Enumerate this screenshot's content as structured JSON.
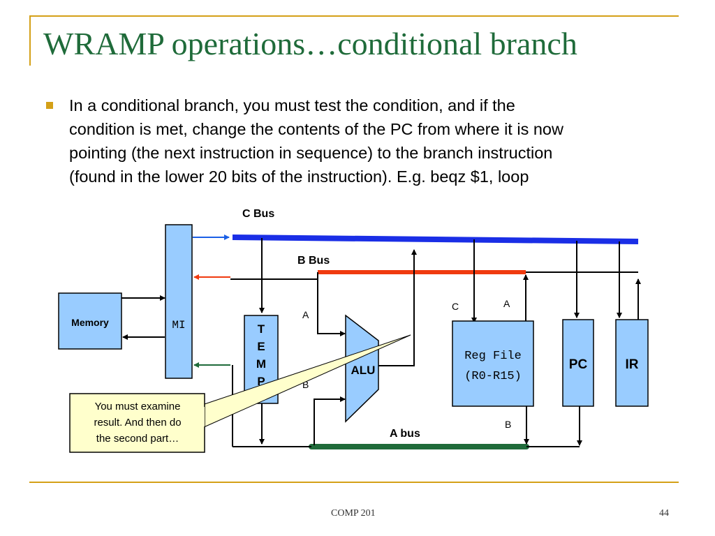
{
  "slide": {
    "title": "WRAMP operations…conditional branch",
    "bullet_lines": [
      "In a conditional branch, you must test the condition, and if the",
      "condition is met, change the contents of the PC from where it is now",
      "pointing (the next instruction in sequence) to the branch instruction",
      "(found in the lower 20 bits of the instruction).  E.g.  beqz $1, loop"
    ]
  },
  "diagram": {
    "c_bus_label": "C Bus",
    "b_bus_label": "B Bus",
    "a_bus_label": "A bus",
    "memory_label": "Memory",
    "mi_label": "MI",
    "temp_letters": [
      "T",
      "E",
      "M",
      "P"
    ],
    "alu_label": "ALU",
    "alu_port_a": "A",
    "alu_port_b": "B",
    "regfile_line1": "Reg File",
    "regfile_line2": "(R0-R15)",
    "regfile_port_c": "C",
    "regfile_port_a": "A",
    "regfile_port_b": "B",
    "pc_label": "PC",
    "ir_label": "IR",
    "callout_lines": [
      "You must examine",
      "result. And then do",
      "the second part…"
    ],
    "colors": {
      "c_bus": "#1a2ee6",
      "b_bus": "#f03a0f",
      "a_bus": "#1f6b3a",
      "box_fill": "#99ccff",
      "callout_fill": "#ffffcc"
    }
  },
  "footer": {
    "course": "COMP 201",
    "page": "44"
  }
}
